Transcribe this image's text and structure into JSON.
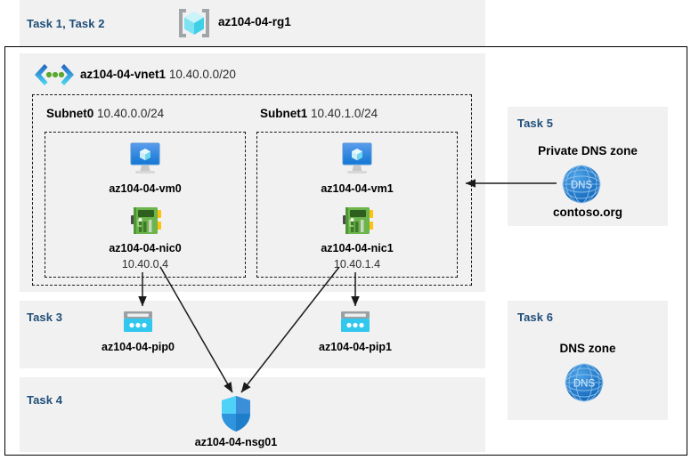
{
  "diagram": {
    "title": "Azure AZ-104 Lab 04 resource topology",
    "colors": {
      "task_label": "#1f4e79",
      "panel_bg": "#f1f1f1",
      "frame": "#000000",
      "vm_blue": "#3d8ee0",
      "nic_green": "#5fb14e",
      "pip_cyan": "#32c8ee",
      "nsg_blue": "#2f9fe8",
      "dns_blue": "#1d7fd4",
      "vnet_cyan": "#45d3f0",
      "rg_cube": "#7ae0f2"
    }
  },
  "resource_group": {
    "task_label": "Task 1, Task 2",
    "icon": "resource-group-icon",
    "name": "az104-04-rg1"
  },
  "vnet": {
    "icon": "virtual-network-icon",
    "name": "az104-04-vnet1",
    "address_space": "10.40.0.0/20"
  },
  "subnets": [
    {
      "name": "Subnet0",
      "address_prefix": "10.40.0.0/24",
      "vm": {
        "icon": "virtual-machine-icon",
        "name": "az104-04-vm0"
      },
      "nic": {
        "icon": "network-interface-icon",
        "name": "az104-04-nic0",
        "private_ip": "10.40.0.4"
      }
    },
    {
      "name": "Subnet1",
      "address_prefix": "10.40.1.0/24",
      "vm": {
        "icon": "virtual-machine-icon",
        "name": "az104-04-vm1"
      },
      "nic": {
        "icon": "network-interface-icon",
        "name": "az104-04-nic1",
        "private_ip": "10.40.1.4"
      }
    }
  ],
  "public_ips": {
    "task_label": "Task 3",
    "items": [
      {
        "icon": "public-ip-address-icon",
        "name": "az104-04-pip0"
      },
      {
        "icon": "public-ip-address-icon",
        "name": "az104-04-pip1"
      }
    ]
  },
  "nsg": {
    "task_label": "Task 4",
    "icon": "network-security-group-icon",
    "name": "az104-04-nsg01"
  },
  "private_dns": {
    "task_label": "Task 5",
    "heading": "Private DNS zone",
    "icon": "dns-zone-icon",
    "icon_text": "DNS",
    "name": "contoso.org"
  },
  "public_dns": {
    "task_label": "Task 6",
    "heading": "DNS zone",
    "icon": "dns-zone-icon",
    "icon_text": "DNS",
    "name": ""
  },
  "connections": [
    {
      "from": "az104-04-nic0",
      "to": "az104-04-pip0",
      "style": "arrow"
    },
    {
      "from": "az104-04-nic1",
      "to": "az104-04-pip1",
      "style": "arrow"
    },
    {
      "from": "az104-04-nic0",
      "to": "az104-04-nsg01",
      "style": "arrow"
    },
    {
      "from": "az104-04-nic1",
      "to": "az104-04-nsg01",
      "style": "arrow"
    },
    {
      "from": "contoso.org",
      "to": "Subnet1",
      "style": "arrow"
    }
  ]
}
